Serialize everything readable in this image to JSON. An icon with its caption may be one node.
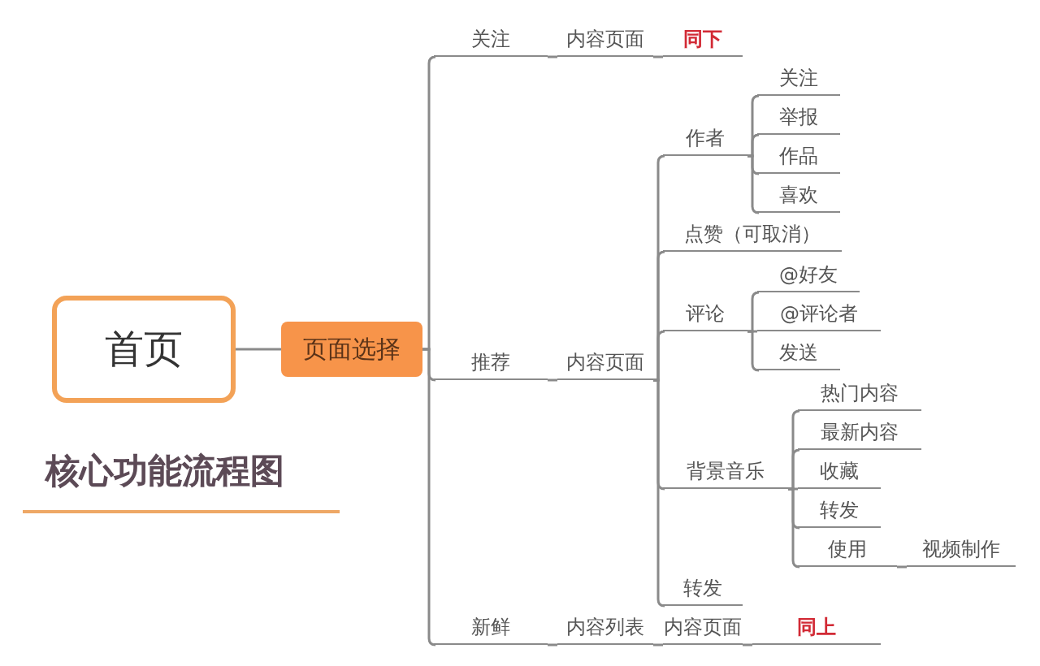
{
  "diagram": {
    "nodes": [
      {
        "text": [
          "首页"
        ]
      },
      {
        "text": [
          "页面选择"
        ]
      },
      {
        "text": [
          "关注"
        ]
      },
      {
        "text": [
          "内容页面"
        ]
      },
      {
        "text": [
          "同下"
        ]
      },
      {
        "text": [
          "关注"
        ]
      },
      {
        "text": [
          "举报"
        ]
      },
      {
        "text": [
          "作者"
        ]
      },
      {
        "text": [
          "作品"
        ]
      },
      {
        "text": [
          "喜欢"
        ]
      },
      {
        "text": [
          "点赞（可取消）"
        ]
      },
      {
        "text": [
          "@好友"
        ]
      },
      {
        "text": [
          "评论"
        ]
      },
      {
        "text": [
          "@评论者"
        ]
      },
      {
        "text": [
          "发送"
        ]
      },
      {
        "text": [
          "推荐"
        ]
      },
      {
        "text": [
          "内容页面"
        ]
      },
      {
        "text": [
          "热门内容"
        ]
      },
      {
        "text": [
          "最新内容"
        ]
      },
      {
        "text": [
          "背景音乐"
        ]
      },
      {
        "text": [
          "收藏"
        ]
      },
      {
        "text": [
          "转发"
        ]
      },
      {
        "text": [
          "使用"
        ]
      },
      {
        "text": [
          "视频制作"
        ]
      },
      {
        "text": [
          "转发"
        ]
      },
      {
        "text": [
          "新鲜"
        ]
      },
      {
        "text": [
          "内容列表"
        ]
      },
      {
        "text": [
          "内容页面"
        ]
      },
      {
        "text": [
          "同上"
        ]
      }
    ],
    "edges": [
      {
        "from": 0,
        "to": 1,
        "arrow": "none"
      },
      {
        "from": 1,
        "to": 2,
        "arrow": "none"
      },
      {
        "from": 1,
        "to": 15,
        "arrow": "none"
      },
      {
        "from": 1,
        "to": 25,
        "arrow": "none"
      },
      {
        "from": 2,
        "to": 3,
        "arrow": "none"
      },
      {
        "from": 3,
        "to": 4,
        "arrow": "none"
      },
      {
        "from": 15,
        "to": 16,
        "arrow": "none"
      },
      {
        "from": 16,
        "to": 7,
        "arrow": "none"
      },
      {
        "from": 16,
        "to": 10,
        "arrow": "none"
      },
      {
        "from": 16,
        "to": 12,
        "arrow": "none"
      },
      {
        "from": 16,
        "to": 19,
        "arrow": "none"
      },
      {
        "from": 16,
        "to": 24,
        "arrow": "none"
      },
      {
        "from": 7,
        "to": 5,
        "arrow": "none"
      },
      {
        "from": 7,
        "to": 6,
        "arrow": "none"
      },
      {
        "from": 7,
        "to": 8,
        "arrow": "none"
      },
      {
        "from": 7,
        "to": 9,
        "arrow": "none"
      },
      {
        "from": 12,
        "to": 11,
        "arrow": "none"
      },
      {
        "from": 12,
        "to": 13,
        "arrow": "none"
      },
      {
        "from": 12,
        "to": 14,
        "arrow": "none"
      },
      {
        "from": 19,
        "to": 17,
        "arrow": "none"
      },
      {
        "from": 19,
        "to": 18,
        "arrow": "none"
      },
      {
        "from": 19,
        "to": 20,
        "arrow": "none"
      },
      {
        "from": 19,
        "to": 21,
        "arrow": "none"
      },
      {
        "from": 19,
        "to": 22,
        "arrow": "none"
      },
      {
        "from": 22,
        "to": 23,
        "arrow": "none"
      },
      {
        "from": 25,
        "to": 26,
        "arrow": "none"
      },
      {
        "from": 26,
        "to": 27,
        "arrow": "none"
      },
      {
        "from": 27,
        "to": 28,
        "arrow": "none"
      }
    ],
    "labels": [
      "核心功能流程图"
    ]
  }
}
